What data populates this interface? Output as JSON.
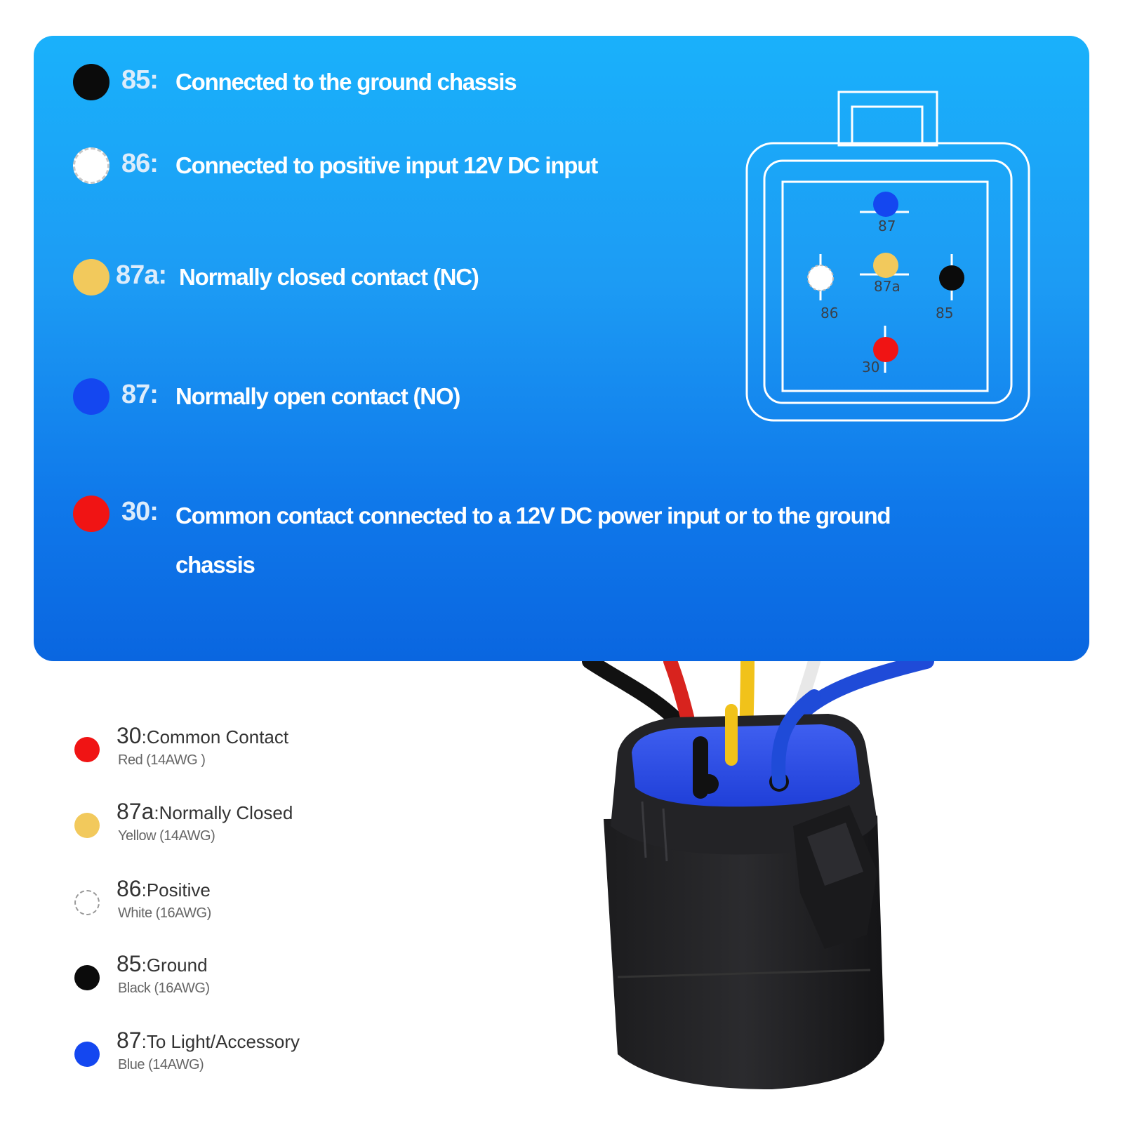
{
  "definitions": [
    {
      "pin": "85:",
      "text": "Connected to the ground chassis",
      "color": "#0b0b0b"
    },
    {
      "pin": "86:",
      "text": "Connected to positive input 12V DC input",
      "color": "#ffffff"
    },
    {
      "pin": "87a:",
      "text": "Normally closed contact (NC)",
      "color": "#f2c95c"
    },
    {
      "pin": "87:",
      "text": "Normally open contact (NO)",
      "color": "#1447f0"
    },
    {
      "pin": "30:",
      "text": "Common contact connected to a 12V DC power input or to the ground chassis",
      "color": "#f01414"
    }
  ],
  "connector_labels": {
    "p87": "87",
    "p87a": "87a",
    "p86": "86",
    "p85": "85",
    "p30": "30"
  },
  "legend": [
    {
      "num": "30",
      "label": ":Common Contact",
      "sub": "Red (14AWG )",
      "color": "#f01414"
    },
    {
      "num": "87a",
      "label": ":Normally Closed",
      "sub": "Yellow (14AWG)",
      "color": "#f2c95c"
    },
    {
      "num": "86",
      "label": ":Positive",
      "sub": "White (16AWG)",
      "color": "#ffffff"
    },
    {
      "num": "85",
      "label": ":Ground",
      "sub": "Black (16AWG)",
      "color": "#0b0b0b"
    },
    {
      "num": "87",
      "label": ":To Light/Accessory",
      "sub": "Blue (14AWG)",
      "color": "#1447f0"
    }
  ]
}
